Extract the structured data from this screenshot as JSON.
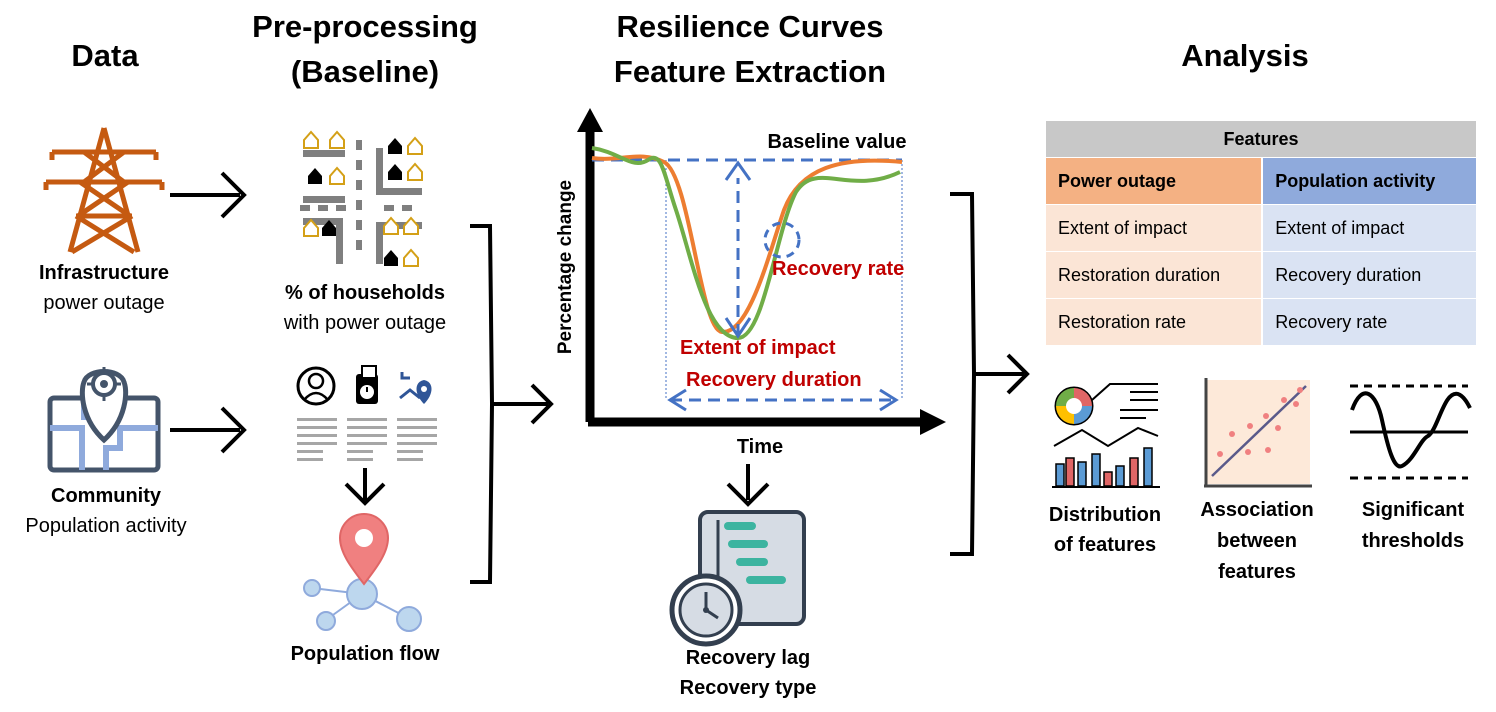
{
  "headers": {
    "data": "Data",
    "preprocessing_line1": "Pre-processing",
    "preprocessing_line2": "(Baseline)",
    "resilience_line1": "Resilience Curves",
    "resilience_line2": "Feature Extraction",
    "analysis": "Analysis"
  },
  "data_sources": {
    "infrastructure_title": "Infrastructure",
    "infrastructure_sub": "power outage",
    "community_title": "Community",
    "community_sub": "Population activity"
  },
  "preprocessing": {
    "households_line1": "% of households",
    "households_line2": "with power outage",
    "population_flow": "Population flow"
  },
  "curves": {
    "baseline_value": "Baseline value",
    "y_axis": "Percentage change",
    "x_axis": "Time",
    "recovery_rate": "Recovery rate",
    "extent_of_impact": "Extent of impact",
    "recovery_duration": "Recovery duration",
    "recovery_lag": "Recovery lag",
    "recovery_type": "Recovery type"
  },
  "features_table": {
    "title": "Features",
    "columns": [
      "Power outage",
      "Population activity"
    ],
    "rows": [
      [
        "Extent of impact",
        "Extent of impact"
      ],
      [
        "Restoration duration",
        "Recovery duration"
      ],
      [
        "Restoration rate",
        "Recovery rate"
      ]
    ]
  },
  "analysis_items": {
    "distribution_line1": "Distribution",
    "distribution_line2": "of features",
    "association_line1": "Association",
    "association_line2": "between",
    "association_line3": "features",
    "significant_line1": "Significant",
    "significant_line2": "thresholds"
  },
  "colors": {
    "tower": "#c55a11",
    "map_blue": "#44546a",
    "orange_curve": "#ed7d31",
    "green_curve": "#70ad47",
    "dashed_blue": "#4472c4",
    "red_label": "#c00000"
  }
}
